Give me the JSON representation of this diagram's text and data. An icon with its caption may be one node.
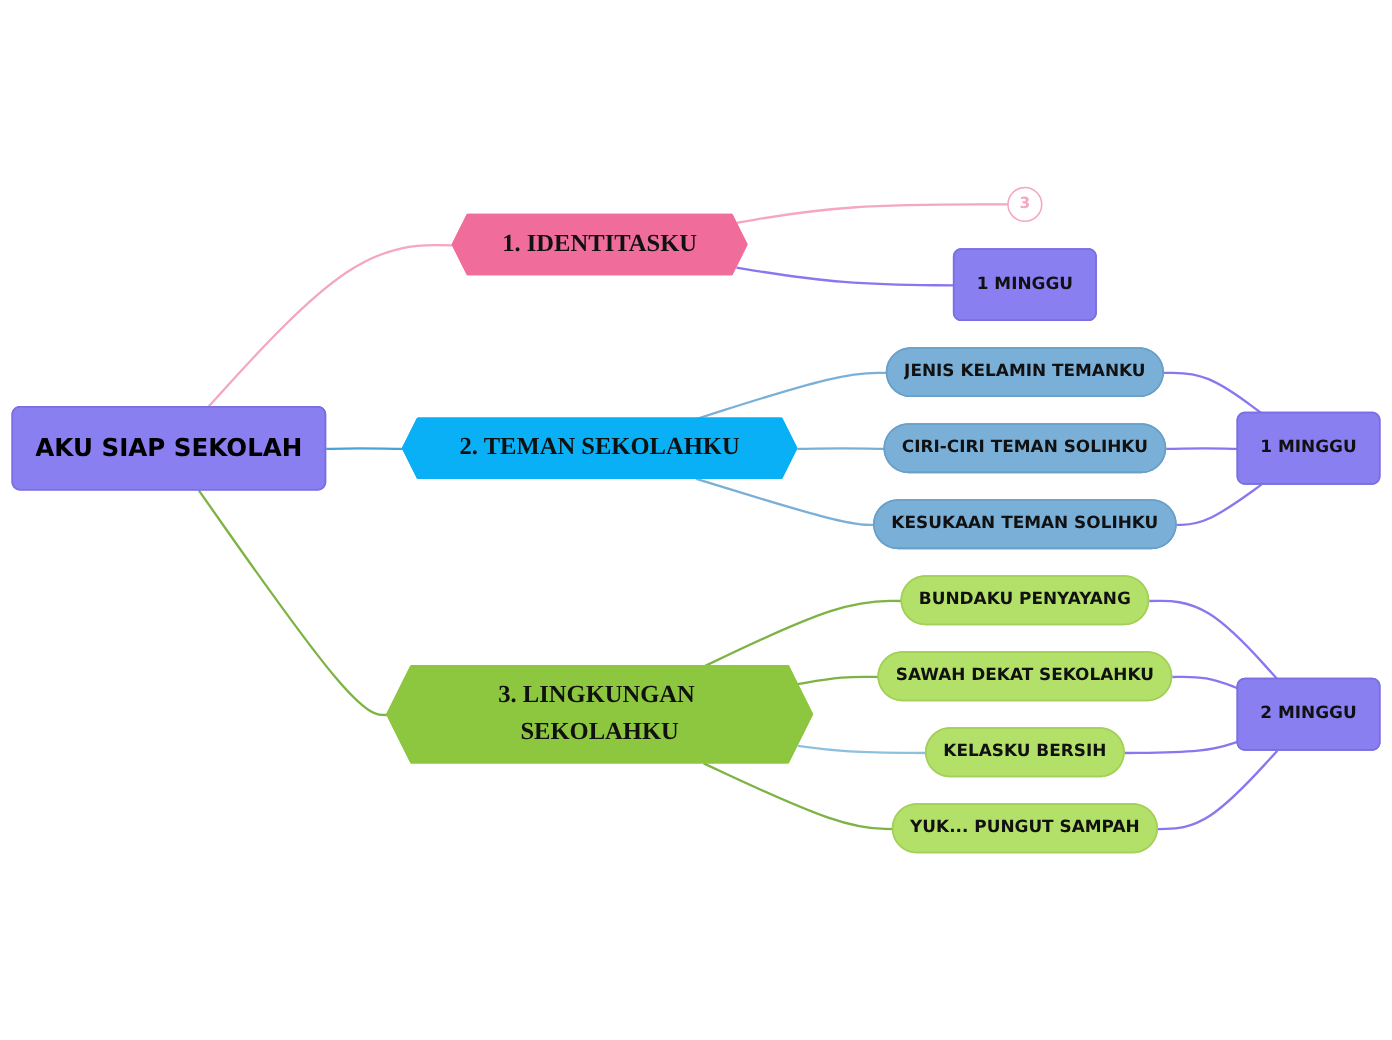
{
  "diagram": {
    "nodes": [
      {
        "text": [
          "AKU SIAP SEKOLAH"
        ]
      },
      {
        "text": [
          "1. IDENTITASKU"
        ]
      },
      {
        "text": [
          "3"
        ]
      },
      {
        "text": [
          "1 MINGGU"
        ]
      },
      {
        "text": [
          "2. TEMAN SEKOLAHKU"
        ]
      },
      {
        "text": [
          "JENIS KELAMIN TEMANKU"
        ]
      },
      {
        "text": [
          "CIRI-CIRI TEMAN SOLIHKU"
        ]
      },
      {
        "text": [
          "KESUKAAN TEMAN SOLIHKU"
        ]
      },
      {
        "text": [
          "1 MINGGU"
        ]
      },
      {
        "text": [
          "3. LINGKUNGAN SEKOLAHKU"
        ]
      },
      {
        "text": [
          "BUNDAKU PENYAYANG"
        ]
      },
      {
        "text": [
          "SAWAH DEKAT SEKOLAHKU"
        ]
      },
      {
        "text": [
          "KELASKU BERSIH"
        ]
      },
      {
        "text": [
          "YUK... PUNGUT SAMPAH"
        ]
      },
      {
        "text": [
          "2 MINGGU"
        ]
      }
    ],
    "edges": [
      {
        "from": 0,
        "to": 1,
        "arrow": "none",
        "color": "#f4a6c4"
      },
      {
        "from": 1,
        "to": 2,
        "arrow": "none",
        "color": "#f4a6c4"
      },
      {
        "from": 1,
        "to": 3,
        "arrow": "none",
        "color": "#8877ee"
      },
      {
        "from": 0,
        "to": 4,
        "arrow": "none",
        "color": "#4aa3d8"
      },
      {
        "from": 4,
        "to": 5,
        "arrow": "none",
        "color": "#7ab0d8"
      },
      {
        "from": 4,
        "to": 6,
        "arrow": "none",
        "color": "#7ab0d8"
      },
      {
        "from": 4,
        "to": 7,
        "arrow": "none",
        "color": "#7ab0d8"
      },
      {
        "from": 5,
        "to": 8,
        "arrow": "none",
        "color": "#8877ee"
      },
      {
        "from": 6,
        "to": 8,
        "arrow": "none",
        "color": "#8877ee"
      },
      {
        "from": 7,
        "to": 8,
        "arrow": "none",
        "color": "#8877ee"
      },
      {
        "from": 0,
        "to": 9,
        "arrow": "none",
        "color": "#7cb342"
      },
      {
        "from": 9,
        "to": 10,
        "arrow": "none",
        "color": "#7cb342"
      },
      {
        "from": 9,
        "to": 11,
        "arrow": "none",
        "color": "#7cb342"
      },
      {
        "from": 9,
        "to": 12,
        "arrow": "none",
        "color": "#8ec0e0"
      },
      {
        "from": 9,
        "to": 13,
        "arrow": "none",
        "color": "#7cb342"
      },
      {
        "from": 10,
        "to": 14,
        "arrow": "none",
        "color": "#8877ee"
      },
      {
        "from": 11,
        "to": 14,
        "arrow": "none",
        "color": "#8877ee"
      },
      {
        "from": 12,
        "to": 14,
        "arrow": "none",
        "color": "#8877ee"
      },
      {
        "from": 13,
        "to": 14,
        "arrow": "none",
        "color": "#8877ee"
      }
    ]
  }
}
